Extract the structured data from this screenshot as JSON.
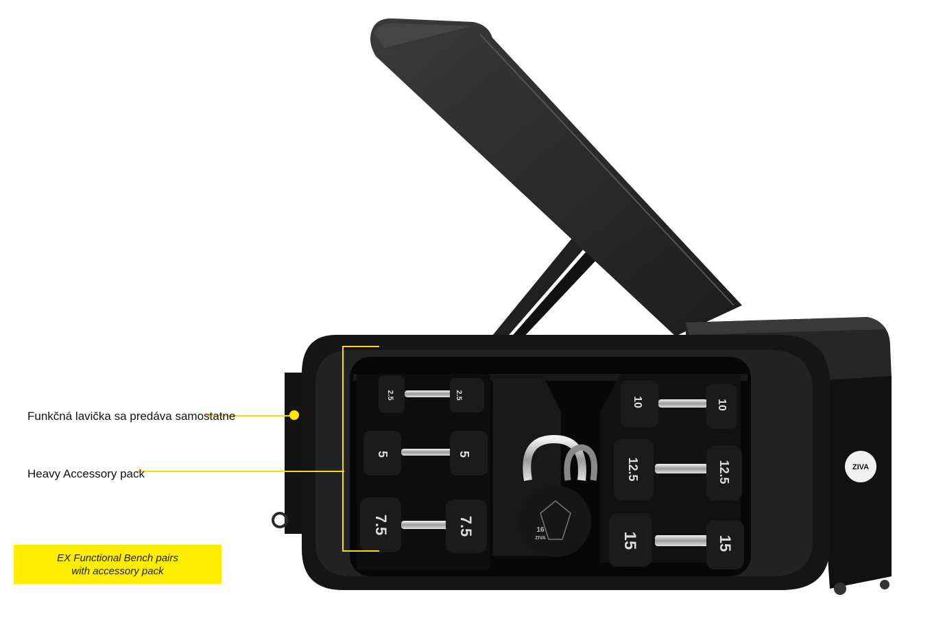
{
  "annotations": {
    "bench_sold_separately": "Funkčná lavička sa predáva samostatne",
    "heavy_accessory_pack": "Heavy Accessory pack"
  },
  "callout": {
    "line1": "EX Functional Bench pairs",
    "line2": "with accessory pack"
  },
  "product": {
    "brand_badge": "ZIVA",
    "kettlebell_weight": "16",
    "kettlebell_brand": "ZIVA",
    "left_dumbbells": [
      "2.5",
      "5",
      "7.5"
    ],
    "right_dumbbells": [
      "10",
      "12.5",
      "15"
    ]
  },
  "colors": {
    "accent_yellow": "#ffd800",
    "callout_background": "#ffee00",
    "product_black": "#141414"
  }
}
